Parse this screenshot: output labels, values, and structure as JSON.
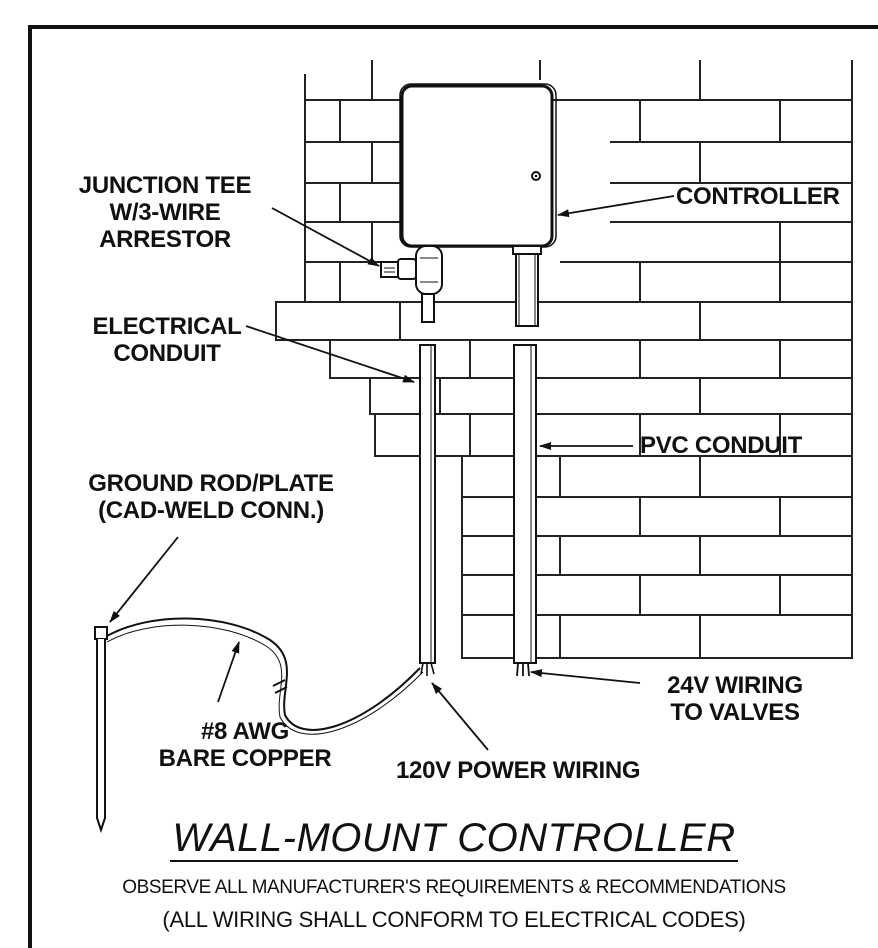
{
  "labels": {
    "junction_tee": [
      "JUNCTION TEE",
      "W/3-WIRE",
      "ARRESTOR"
    ],
    "controller": "CONTROLLER",
    "electrical_conduit": [
      "ELECTRICAL",
      "CONDUIT"
    ],
    "pvc_conduit": "PVC CONDUIT",
    "ground_rod": [
      "GROUND ROD/PLATE",
      "(CAD-WELD CONN.)"
    ],
    "wiring_24v": [
      "24V WIRING",
      "TO VALVES"
    ],
    "awg": [
      "#8 AWG",
      "BARE COPPER"
    ],
    "power_wiring": "120V POWER WIRING"
  },
  "title": "WALL-MOUNT CONTROLLER",
  "notes": [
    "OBSERVE ALL MANUFACTURER'S REQUIREMENTS & RECOMMENDATIONS",
    "(ALL WIRING SHALL CONFORM TO ELECTRICAL CODES)"
  ]
}
